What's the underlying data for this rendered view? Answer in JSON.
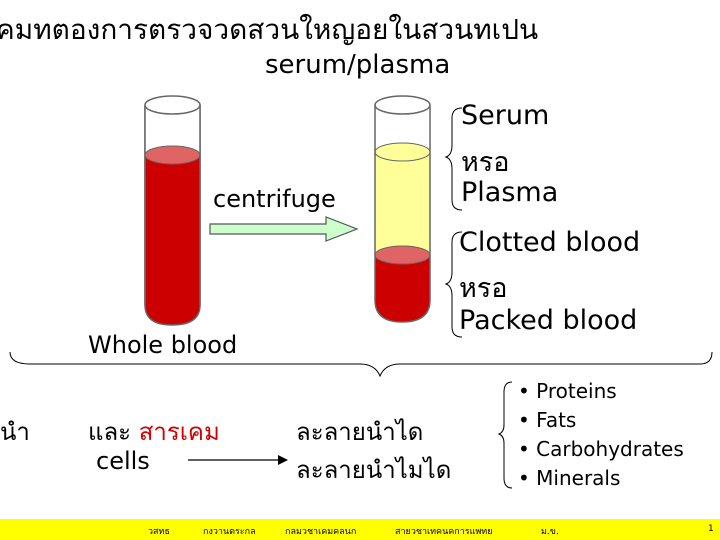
{
  "title": {
    "line1": "คมทตองการตรวจวดสวนใหญอยในสวนทเปน",
    "line2": "serum/plasma"
  },
  "labels": {
    "centrifuge": "centrifuge",
    "whole_blood": "Whole blood",
    "serum_line1": "Serum",
    "serum_line2": "หรอ",
    "serum_line3": "Plasma",
    "clot_line1": "Clotted blood",
    "clot_line2": "หรอ",
    "clot_line3": "Packed blood"
  },
  "bottom": {
    "left_fragment": "นำ",
    "and_text": "และ ",
    "chem_text": "สารเคม",
    "cells": "cells",
    "soluble": "ละลายนำได",
    "insoluble": "ละลายนำไมได",
    "bullets": [
      "• Proteins",
      "• Fats",
      "• Carbohydrates",
      "• Minerals"
    ]
  },
  "footer": {
    "item1": "วสทธ",
    "item2": "กงวานตระกล",
    "item3": "กลมวชาเคมคลนก",
    "item4": "สายวชาเทคนคการแพทย",
    "item5": "ม.ข.",
    "page": "1"
  },
  "colors": {
    "blood": "#cc0000",
    "blood_top": "#e06464",
    "serum": "#ffff99",
    "arrow_fill": "#ccffcc",
    "footer_bg": "#ffff00",
    "chem_text": "#d40000"
  }
}
